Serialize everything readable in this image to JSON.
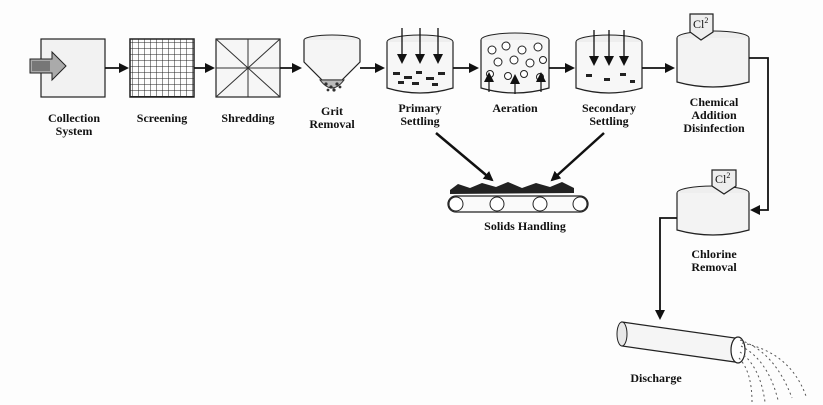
{
  "diagram": {
    "stages": [
      {
        "id": "collection",
        "label": [
          "Collection",
          "System"
        ]
      },
      {
        "id": "screening",
        "label": [
          "Screening"
        ]
      },
      {
        "id": "shredding",
        "label": [
          "Shredding"
        ]
      },
      {
        "id": "grit",
        "label": [
          "Grit",
          "Removal"
        ]
      },
      {
        "id": "primary",
        "label": [
          "Primary",
          "Settling"
        ]
      },
      {
        "id": "aeration",
        "label": [
          "Aeration"
        ]
      },
      {
        "id": "secondary",
        "label": [
          "Secondary",
          "Settling"
        ]
      },
      {
        "id": "chemical",
        "label": [
          "Chemical",
          "Addition",
          "Disinfection"
        ]
      },
      {
        "id": "solids",
        "label": [
          "Solids Handling"
        ]
      },
      {
        "id": "chlorine",
        "label": [
          "Chlorine",
          "Removal"
        ]
      },
      {
        "id": "discharge",
        "label": [
          "Discharge"
        ]
      }
    ],
    "chem_tag_1": "Cl",
    "chem_tag_1_sup": "2",
    "chem_tag_2": "Cl",
    "chem_tag_2_sup": "2"
  }
}
